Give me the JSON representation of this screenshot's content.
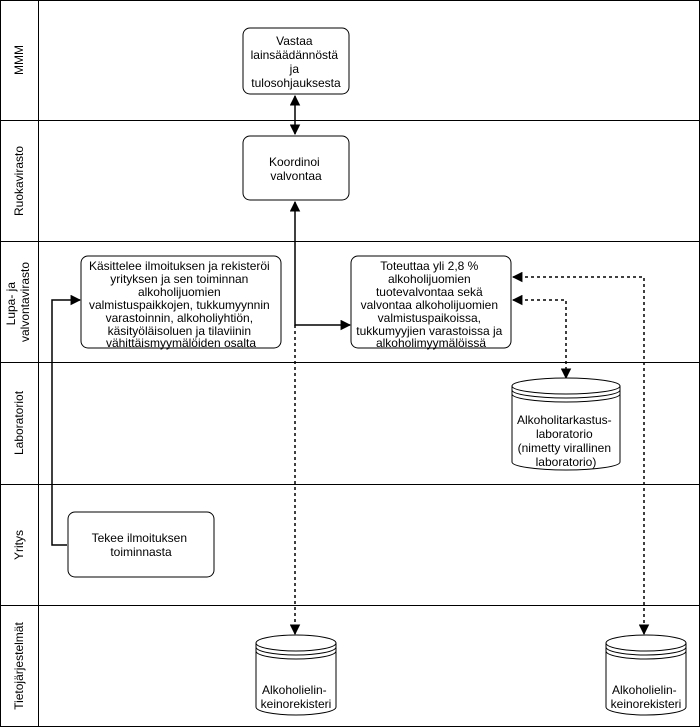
{
  "lanes": [
    {
      "id": "mmm",
      "label": "MMM"
    },
    {
      "id": "ruokavirasto",
      "label": "Ruokavirasto"
    },
    {
      "id": "lupa",
      "label_lines": [
        "Lupa- ja",
        "valvontavirasto"
      ]
    },
    {
      "id": "laboratoriot",
      "label": "Laboratoriot"
    },
    {
      "id": "yritys",
      "label": "Yritys"
    },
    {
      "id": "tietojarjestelmat",
      "label": "Tietojärjestelmät"
    }
  ],
  "nodes": {
    "mmm_box": {
      "lines": [
        "Vastaa",
        "lainsäädännöstä",
        "ja",
        "tulosohjauksesta"
      ]
    },
    "ruokavirasto_box": {
      "lines": [
        "Koordinoi",
        "valvontaa"
      ]
    },
    "lupa_left_box": {
      "lines": [
        "Käsittelee ilmoituksen ja rekisteröi",
        "yrityksen ja sen toiminnan",
        "alkoholijuomien",
        "valmistuspaikkojen, tukkumyynnin",
        "varastoinnin, alkoholiyhtiön,",
        "käsityöläisoluen ja tilaviinin",
        "vähittäismyymälöiden osalta"
      ]
    },
    "lupa_right_box": {
      "lines": [
        "Toteuttaa yli 2,8 %",
        "alkoholijuomien",
        "tuotevalvontaa sekä",
        "valvontaa alkoholijuomien",
        "valmistuspaikoissa,",
        "tukkumyyjien varastoissa ja",
        "alkoholimyymälöissä"
      ]
    },
    "lab_db": {
      "lines": [
        "Alkoholitarkastus-",
        "laboratorio",
        "(nimetty virallinen",
        "laboratorio)"
      ]
    },
    "yritys_box": {
      "lines": [
        "Tekee ilmoituksen",
        "toiminnasta"
      ]
    },
    "db_left": {
      "lines": [
        "Alkoholielin-",
        "keinorekisteri"
      ]
    },
    "db_right": {
      "lines": [
        "Alkoholielin-",
        "keinorekisteri"
      ]
    }
  }
}
